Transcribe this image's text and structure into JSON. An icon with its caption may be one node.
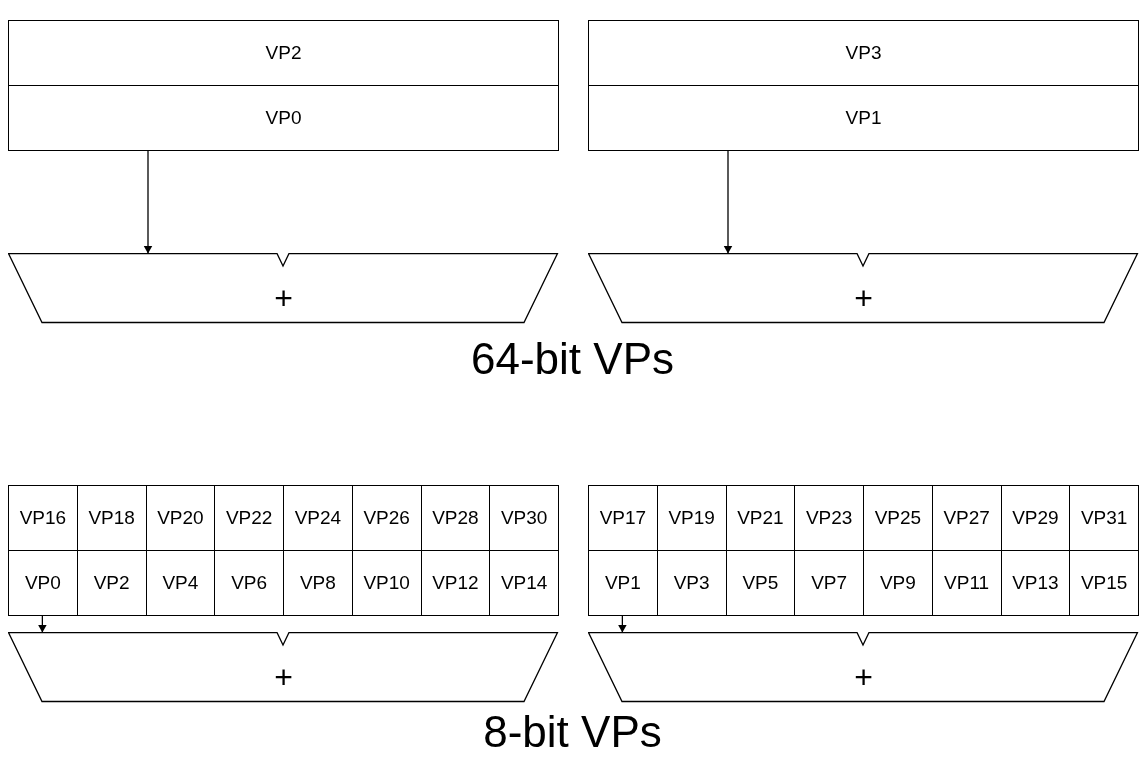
{
  "diagram": {
    "nodes": [
      {
        "text": [
          "VP2"
        ]
      },
      {
        "text": [
          "VP0"
        ]
      },
      {
        "text": [
          "VP3"
        ]
      },
      {
        "text": [
          "VP1"
        ]
      },
      {
        "text": [
          "+"
        ]
      },
      {
        "text": [
          "+"
        ]
      },
      {
        "text": [
          "VP16"
        ]
      },
      {
        "text": [
          "VP18"
        ]
      },
      {
        "text": [
          "VP20"
        ]
      },
      {
        "text": [
          "VP22"
        ]
      },
      {
        "text": [
          "VP24"
        ]
      },
      {
        "text": [
          "VP26"
        ]
      },
      {
        "text": [
          "VP28"
        ]
      },
      {
        "text": [
          "VP30"
        ]
      },
      {
        "text": [
          "VP0"
        ]
      },
      {
        "text": [
          "VP2"
        ]
      },
      {
        "text": [
          "VP4"
        ]
      },
      {
        "text": [
          "VP6"
        ]
      },
      {
        "text": [
          "VP8"
        ]
      },
      {
        "text": [
          "VP10"
        ]
      },
      {
        "text": [
          "VP12"
        ]
      },
      {
        "text": [
          "VP14"
        ]
      },
      {
        "text": [
          "VP17"
        ]
      },
      {
        "text": [
          "VP19"
        ]
      },
      {
        "text": [
          "VP21"
        ]
      },
      {
        "text": [
          "VP23"
        ]
      },
      {
        "text": [
          "VP25"
        ]
      },
      {
        "text": [
          "VP27"
        ]
      },
      {
        "text": [
          "VP29"
        ]
      },
      {
        "text": [
          "VP31"
        ]
      },
      {
        "text": [
          "VP1"
        ]
      },
      {
        "text": [
          "VP3"
        ]
      },
      {
        "text": [
          "VP5"
        ]
      },
      {
        "text": [
          "VP7"
        ]
      },
      {
        "text": [
          "VP9"
        ]
      },
      {
        "text": [
          "VP11"
        ]
      },
      {
        "text": [
          "VP13"
        ]
      },
      {
        "text": [
          "VP15"
        ]
      },
      {
        "text": [
          "+"
        ]
      },
      {
        "text": [
          "+"
        ]
      }
    ],
    "edges": [
      {
        "from": 1,
        "to": 4,
        "arrow": "to"
      },
      {
        "from": 3,
        "to": 5,
        "arrow": "to"
      },
      {
        "from": 14,
        "to": 38,
        "arrow": "to"
      },
      {
        "from": 30,
        "to": 39,
        "arrow": "to"
      }
    ],
    "labels": [
      "64-bit VPs",
      "8-bit VPs"
    ]
  }
}
